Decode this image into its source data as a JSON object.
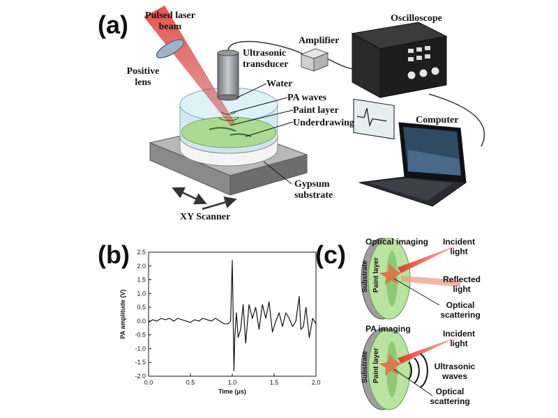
{
  "panels": {
    "a": {
      "letter": "(a)",
      "labels": {
        "laser": "Pulsed laser",
        "beam": "beam",
        "positive": "Positive",
        "lens": "lens",
        "ultrasonic": "Ultrasonic",
        "transducer": "transducer",
        "amplifier": "Amplifier",
        "oscilloscope": "Oscilloscope",
        "water": "Water",
        "pa_waves": "PA waves",
        "paint_layer": "Paint layer",
        "underdrawing": "Underdrawing",
        "computer": "Computer",
        "gypsum": "Gypsum",
        "substrate": "substrate",
        "xy_scanner": "XY Scanner"
      }
    },
    "b": {
      "letter": "(b)"
    },
    "c": {
      "letter": "(c)",
      "optical_title": "Optical imaging",
      "pa_title": "PA imaging",
      "incident": "Incident",
      "light": "light",
      "reflected": "Reflected",
      "optical": "Optical",
      "scattering": "scattering",
      "ultrasonic": "Ultrasonic",
      "waves": "waves",
      "substrate": "Substrate",
      "paint_layer": "Paint layer"
    }
  },
  "colors": {
    "laser": "#d62a2a",
    "water": "#bfe4ee",
    "paint": "#a8d98a",
    "substrate": "#9a9a9a",
    "signal": "#111111"
  },
  "chart_data": {
    "type": "line",
    "title": "",
    "xlabel": "Time (μs)",
    "ylabel": "PA amplitude (V)",
    "xlim": [
      0.0,
      2.0
    ],
    "ylim": [
      -2.0,
      2.5
    ],
    "xticks": [
      "0.0",
      "0.5",
      "1.0",
      "1.5",
      "2.0"
    ],
    "yticks": [
      "-2.0",
      "-1.5",
      "-1.0",
      "-0.5",
      "0.0",
      "0.5",
      "1.0",
      "1.5",
      "2.0",
      "2.5"
    ],
    "grid": false,
    "series": [
      {
        "x": [
          0.0,
          0.05,
          0.1,
          0.15,
          0.2,
          0.25,
          0.3,
          0.35,
          0.4,
          0.45,
          0.5,
          0.55,
          0.6,
          0.65,
          0.7,
          0.75,
          0.8,
          0.85,
          0.9,
          0.95,
          0.98,
          1.0,
          1.01,
          1.02,
          1.03,
          1.05,
          1.07,
          1.1,
          1.13,
          1.16,
          1.2,
          1.24,
          1.28,
          1.32,
          1.36,
          1.4,
          1.44,
          1.48,
          1.52,
          1.56,
          1.6,
          1.64,
          1.68,
          1.72,
          1.76,
          1.8,
          1.82,
          1.85,
          1.88,
          1.92,
          1.96,
          2.0
        ],
        "y": [
          -0.05,
          0.05,
          0.0,
          0.1,
          0.05,
          0.1,
          0.0,
          0.1,
          0.05,
          0.0,
          -0.05,
          0.05,
          0.0,
          0.1,
          0.05,
          0.0,
          0.1,
          0.0,
          -0.1,
          -0.1,
          0.0,
          2.2,
          0.3,
          -1.8,
          -0.6,
          0.3,
          -0.6,
          -0.3,
          0.6,
          -0.8,
          0.6,
          0.1,
          0.5,
          -0.3,
          0.6,
          0.1,
          0.7,
          -0.4,
          0.0,
          0.3,
          -0.2,
          0.3,
          0.1,
          -0.2,
          0.0,
          0.9,
          -0.3,
          -0.2,
          0.5,
          -0.6,
          0.1,
          -0.1
        ]
      }
    ]
  }
}
